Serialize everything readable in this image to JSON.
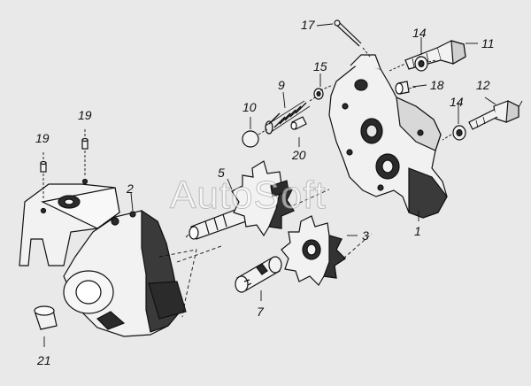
{
  "watermark": "AutoSoft",
  "callouts": {
    "p1": "1",
    "p2": "2",
    "p3": "3",
    "p5": "5",
    "p7": "7",
    "p9": "9",
    "p10": "10",
    "p11": "11",
    "p12": "12",
    "p14a": "14",
    "p14b": "14",
    "p15": "15",
    "p17": "17",
    "p18": "18",
    "p19a": "19",
    "p19b": "19",
    "p20": "20",
    "p21": "21"
  },
  "colors": {
    "background": "#e9e9e9",
    "ink": "#111111",
    "shade": "#2b2b2b",
    "metal": "#f2f2f2"
  }
}
